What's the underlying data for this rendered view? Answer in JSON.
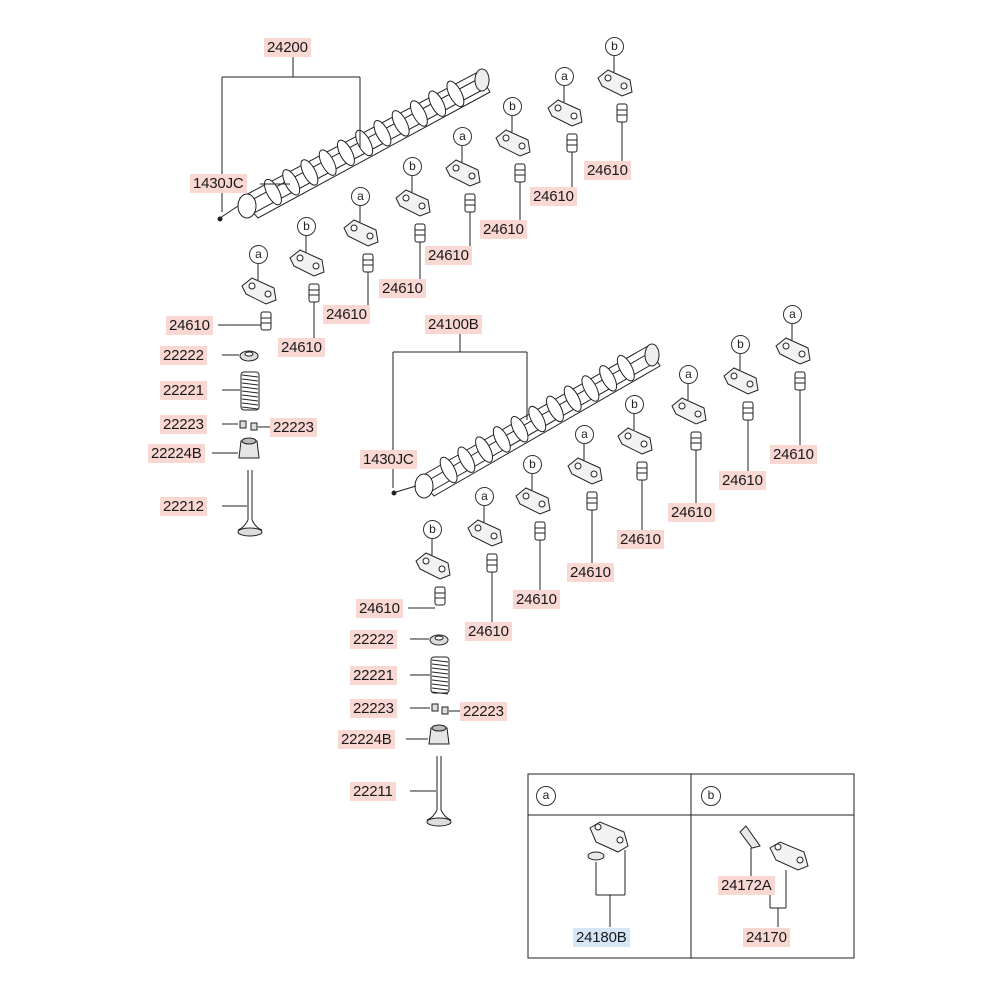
{
  "colors": {
    "label_bg": "#f9d7d2",
    "label_bg_highlight": "#d7e6f7",
    "line": "#222222"
  },
  "camshaft_upper": {
    "assembly_label": "24200",
    "plug_label": "1430JC"
  },
  "camshaft_lower": {
    "assembly_label": "24100B",
    "plug_label": "1430JC"
  },
  "rocker_arm_label": "24610",
  "valve_train_upper": {
    "retainer": "22222",
    "spring": "22221",
    "cotter_left": "22223",
    "cotter_right": "22223",
    "seal": "22224B",
    "valve": "22212"
  },
  "valve_train_lower": {
    "retainer": "22222",
    "spring": "22221",
    "cotter_left": "22223",
    "cotter_right": "22223",
    "seal": "22224B",
    "valve": "22211"
  },
  "callouts": {
    "a": "a",
    "b": "b"
  },
  "legend": {
    "a": {
      "title": "a",
      "part": "24180B"
    },
    "b": {
      "title": "b",
      "part_sub": "24172A",
      "part": "24170"
    }
  }
}
